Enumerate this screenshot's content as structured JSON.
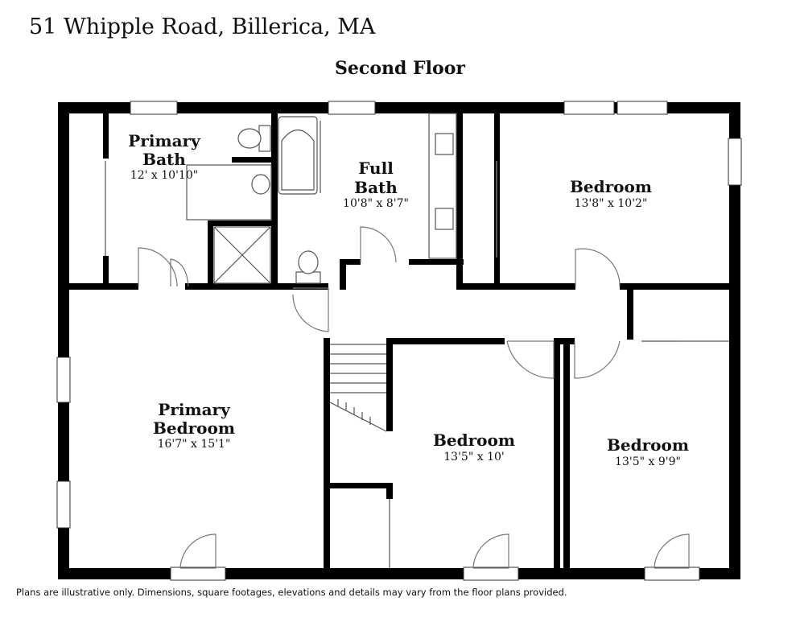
{
  "header": {
    "address": "51 Whipple Road, Billerica, MA",
    "floor": "Second Floor"
  },
  "rooms": [
    {
      "id": "primary-bath",
      "name_line1": "Primary",
      "name_line2": "Bath",
      "dims": "12' x 10'10\""
    },
    {
      "id": "full-bath",
      "name_line1": "Full",
      "name_line2": "Bath",
      "dims": "10'8\" x 8'7\""
    },
    {
      "id": "bedroom-ne",
      "name_line1": "Bedroom",
      "name_line2": "",
      "dims": "13'8\" x 10'2\""
    },
    {
      "id": "primary-bedroom",
      "name_line1": "Primary",
      "name_line2": "Bedroom",
      "dims": "16'7\" x 15'1\""
    },
    {
      "id": "bedroom-center",
      "name_line1": "Bedroom",
      "name_line2": "",
      "dims": "13'5\" x 10'"
    },
    {
      "id": "bedroom-se",
      "name_line1": "Bedroom",
      "name_line2": "",
      "dims": "13'5\" x 9'9\""
    }
  ],
  "footer": {
    "disclaimer": "Plans are illustrative only. Dimensions, square footages, elevations and details may vary from the floor plans provided."
  }
}
